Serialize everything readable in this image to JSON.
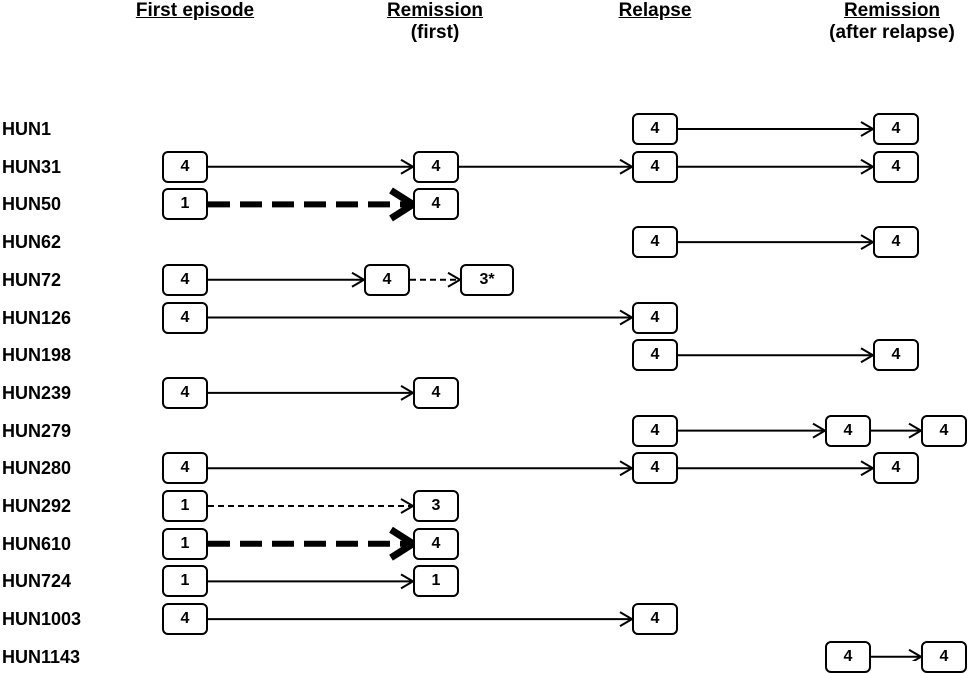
{
  "headers": [
    {
      "title": "First episode",
      "subtitle": ""
    },
    {
      "title": "Remission",
      "subtitle": "(first)"
    },
    {
      "title": "Relapse",
      "subtitle": ""
    },
    {
      "title": "Remission",
      "subtitle": "(after relapse)"
    }
  ],
  "patients": [
    {
      "id": "HUN1",
      "nodes": [
        {
          "label": "4"
        },
        {
          "label": "4"
        }
      ],
      "links": [
        {
          "style": "solid"
        }
      ]
    },
    {
      "id": "HUN31",
      "nodes": [
        {
          "label": "4"
        },
        {
          "label": "4"
        },
        {
          "label": "4"
        },
        {
          "label": "4"
        }
      ],
      "links": [
        {
          "style": "solid"
        },
        {
          "style": "solid"
        },
        {
          "style": "solid"
        }
      ]
    },
    {
      "id": "HUN50",
      "nodes": [
        {
          "label": "1"
        },
        {
          "label": "4"
        }
      ],
      "links": [
        {
          "style": "thick-dashed"
        }
      ]
    },
    {
      "id": "HUN62",
      "nodes": [
        {
          "label": "4"
        },
        {
          "label": "4"
        }
      ],
      "links": [
        {
          "style": "solid"
        }
      ]
    },
    {
      "id": "HUN72",
      "nodes": [
        {
          "label": "4"
        },
        {
          "label": "4"
        },
        {
          "label": "3*"
        }
      ],
      "links": [
        {
          "style": "solid"
        },
        {
          "style": "dashed"
        }
      ]
    },
    {
      "id": "HUN126",
      "nodes": [
        {
          "label": "4"
        },
        {
          "label": "4"
        }
      ],
      "links": [
        {
          "style": "solid"
        }
      ]
    },
    {
      "id": "HUN198",
      "nodes": [
        {
          "label": "4"
        },
        {
          "label": "4"
        }
      ],
      "links": [
        {
          "style": "solid"
        }
      ]
    },
    {
      "id": "HUN239",
      "nodes": [
        {
          "label": "4"
        },
        {
          "label": "4"
        }
      ],
      "links": [
        {
          "style": "solid"
        }
      ]
    },
    {
      "id": "HUN279",
      "nodes": [
        {
          "label": "4"
        },
        {
          "label": "4"
        },
        {
          "label": "4"
        }
      ],
      "links": [
        {
          "style": "solid"
        },
        {
          "style": "solid"
        }
      ]
    },
    {
      "id": "HUN280",
      "nodes": [
        {
          "label": "4"
        },
        {
          "label": "4"
        },
        {
          "label": "4"
        }
      ],
      "links": [
        {
          "style": "solid"
        },
        {
          "style": "solid"
        }
      ]
    },
    {
      "id": "HUN292",
      "nodes": [
        {
          "label": "1"
        },
        {
          "label": "3"
        }
      ],
      "links": [
        {
          "style": "dashed"
        }
      ]
    },
    {
      "id": "HUN610",
      "nodes": [
        {
          "label": "1"
        },
        {
          "label": "4"
        }
      ],
      "links": [
        {
          "style": "thick-dashed"
        }
      ]
    },
    {
      "id": "HUN724",
      "nodes": [
        {
          "label": "1"
        },
        {
          "label": "1"
        }
      ],
      "links": [
        {
          "style": "solid"
        }
      ]
    },
    {
      "id": "HUN1003",
      "nodes": [
        {
          "label": "4"
        },
        {
          "label": "4"
        }
      ],
      "links": [
        {
          "style": "solid"
        }
      ]
    },
    {
      "id": "HUN1143",
      "nodes": [
        {
          "label": "4"
        },
        {
          "label": "4"
        }
      ],
      "links": [
        {
          "style": "solid"
        }
      ]
    }
  ]
}
